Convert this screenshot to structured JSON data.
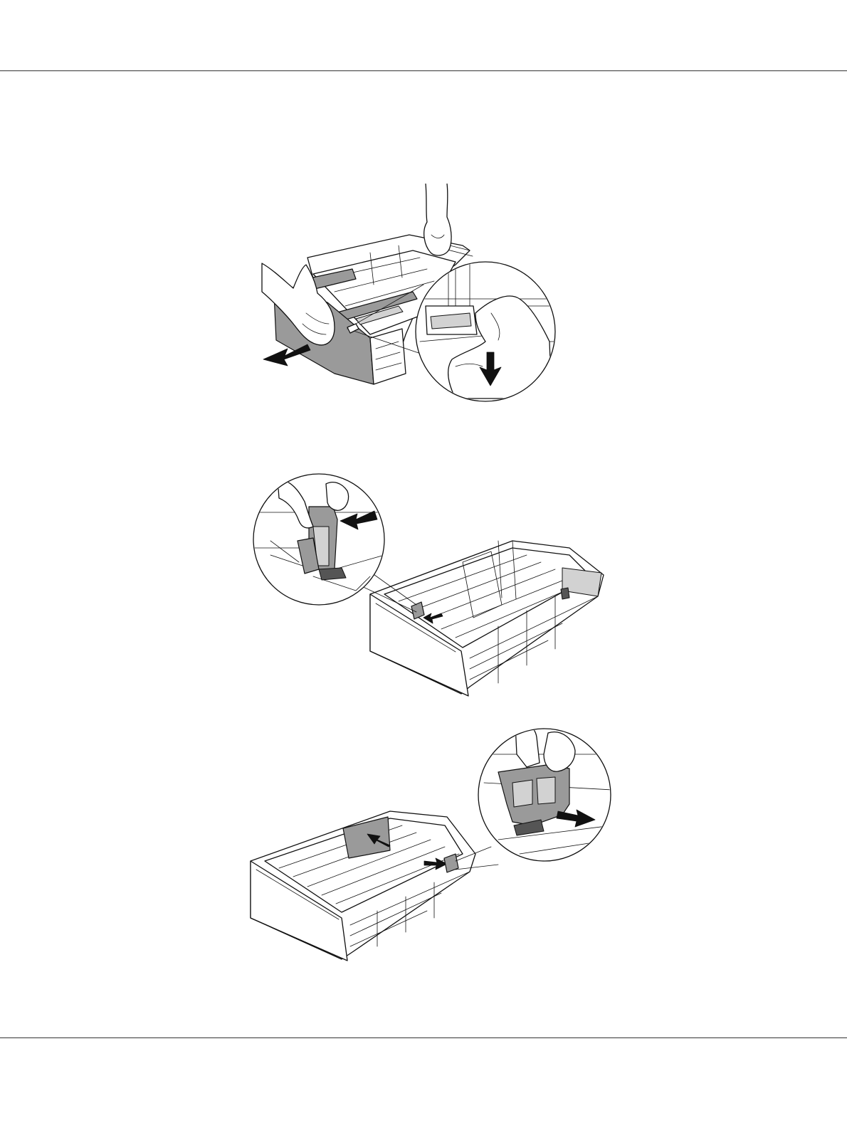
{
  "page": {
    "header_rule": true,
    "footer_rule": true
  },
  "figures": [
    {
      "id": "pull-out-tray",
      "icon": "paper-tray-pull-out-illustration",
      "callout_icon": "release-lever-zoom"
    },
    {
      "id": "slide-length-guide",
      "icon": "paper-tray-length-guide-illustration",
      "callout_icon": "length-guide-zoom"
    },
    {
      "id": "slide-width-guides",
      "icon": "paper-tray-width-guide-illustration",
      "callout_icon": "width-guide-zoom"
    }
  ],
  "colors": {
    "line": "#111111",
    "gray_fill": "#9a9a9a",
    "light_fill": "#d2d2d2"
  }
}
